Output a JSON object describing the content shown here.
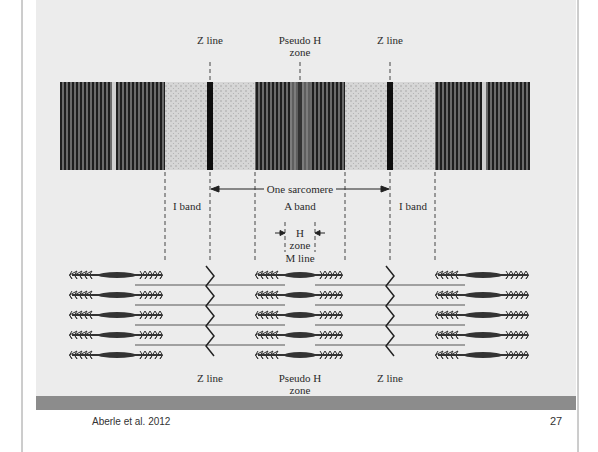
{
  "diagram": {
    "labels": [
      "Z line",
      "Pseudo H zone",
      "Z line",
      "One sarcomere",
      "I band",
      "A band",
      "H zone",
      "I band",
      "M line",
      "Z line",
      "Pseudo H zone",
      "Z line",
      "Aberle et al. 2012",
      "27"
    ]
  }
}
